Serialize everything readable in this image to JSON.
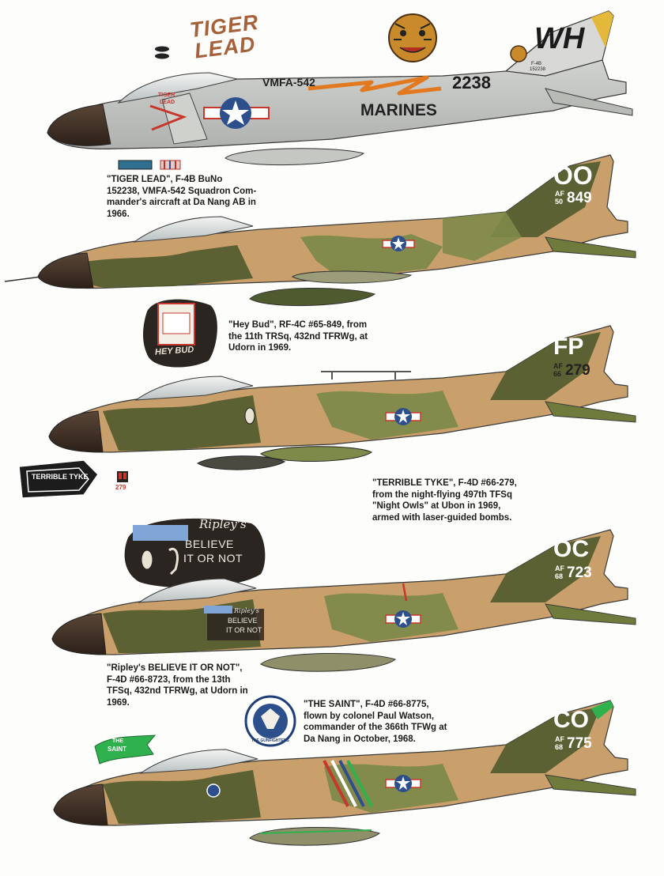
{
  "captions": {
    "tiger_lead": "\"TIGER LEAD\", F-4B BuNo\n152238, VMFA-542 Squadron Com-\nmander's aircraft at Da Nang AB in\n1966.",
    "hey_bud": "\"Hey Bud\", RF-4C #65-849, from\nthe 11th TRSq, 432nd TFRWg, at\nUdorn in 1969.",
    "terrible_tyke": "\"TERRIBLE TYKE\", F-4D #66-279,\nfrom the night-flying 497th TFSq\n\"Night Owls\" at Ubon in 1969,\narmed with laser-guided bombs.",
    "ripleys": "\"Ripley's BELIEVE IT OR NOT\",\nF-4D #66-8723, from the 13th\nTFSq, 432nd TFRWg, at Udorn in\n1969.",
    "the_saint": "\"THE SAINT\", F-4D #66-8775,\nflown by colonel Paul Watson,\ncommander of the 366th TFWg at\nDa Nang in October, 1968."
  },
  "markings": {
    "tiger_lead_art_1": "TIGER",
    "tiger_lead_art_2": "LEAD",
    "wh_tail": "WH",
    "vmfa": "VMFA-542",
    "bureau_number": "2238",
    "marines": "MARINES",
    "tail_small_1": "F-4B",
    "tail_small_2": "152238",
    "nose_tiger_1": "TIGER",
    "nose_tiger_2": "LEAD",
    "oo_tail": "OO",
    "oo_af": "AF",
    "oo_year": "50",
    "oo_serial": "849",
    "fp_tail": "FP",
    "fp_af": "AF",
    "fp_year": "66",
    "fp_serial": "279",
    "terrible_tyke_badge": "TERRIBLE TYKE",
    "small_279": "279",
    "hey_bud_patch": "HEY BUD",
    "ripleys_word": "Ripley's",
    "believe": "BELIEVE",
    "it_or_not": "IT OR NOT",
    "ripley_nose_1": "Ripley's",
    "ripley_nose_2": "BELIEVE",
    "ripley_nose_3": "IT OR NOT",
    "oc_tail": "OC",
    "oc_af": "AF",
    "oc_year": "68",
    "oc_serial": "723",
    "co_tail": "CO",
    "co_af": "AF",
    "co_year": "68",
    "co_serial": "775",
    "the_saint_flag_1": "THE",
    "the_saint_flag_2": "SAINT",
    "gunfighters": "THE GUNFIGHTERS"
  },
  "colors": {
    "navy_gray": "#c9cbc8",
    "tan": "#c9a06b",
    "dark_green": "#4f5a2e",
    "mid_green": "#7e8a4a",
    "nose": "#3c2e24",
    "red": "#c7372c",
    "blue": "#2d4f8c"
  }
}
